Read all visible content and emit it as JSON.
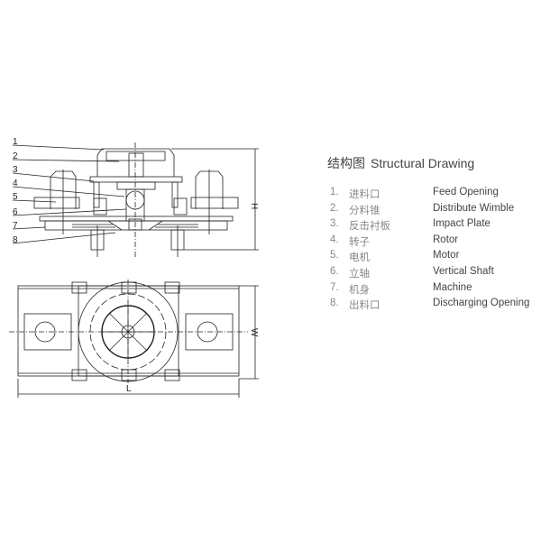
{
  "title": {
    "cn": "结构图",
    "en": "Structural Drawing"
  },
  "items": [
    {
      "num": "1.",
      "cn": "进料口",
      "en": "Feed Opening"
    },
    {
      "num": "2.",
      "cn": "分料锥",
      "en": "Distribute Wimble"
    },
    {
      "num": "3.",
      "cn": "反击衬板",
      "en": "Impact Plate"
    },
    {
      "num": "4.",
      "cn": "转子",
      "en": "Rotor"
    },
    {
      "num": "5.",
      "cn": "电机",
      "en": "Motor"
    },
    {
      "num": "6.",
      "cn": "立轴",
      "en": "Vertical Shaft"
    },
    {
      "num": "7.",
      "cn": "机身",
      "en": "Machine"
    },
    {
      "num": "8.",
      "cn": "出料口",
      "en": "Discharging Opening"
    }
  ],
  "drawing": {
    "callouts": [
      "1",
      "2",
      "3",
      "4",
      "5",
      "6",
      "7",
      "8"
    ],
    "dimensions": {
      "height": "H",
      "width": "W",
      "length": "L"
    }
  }
}
